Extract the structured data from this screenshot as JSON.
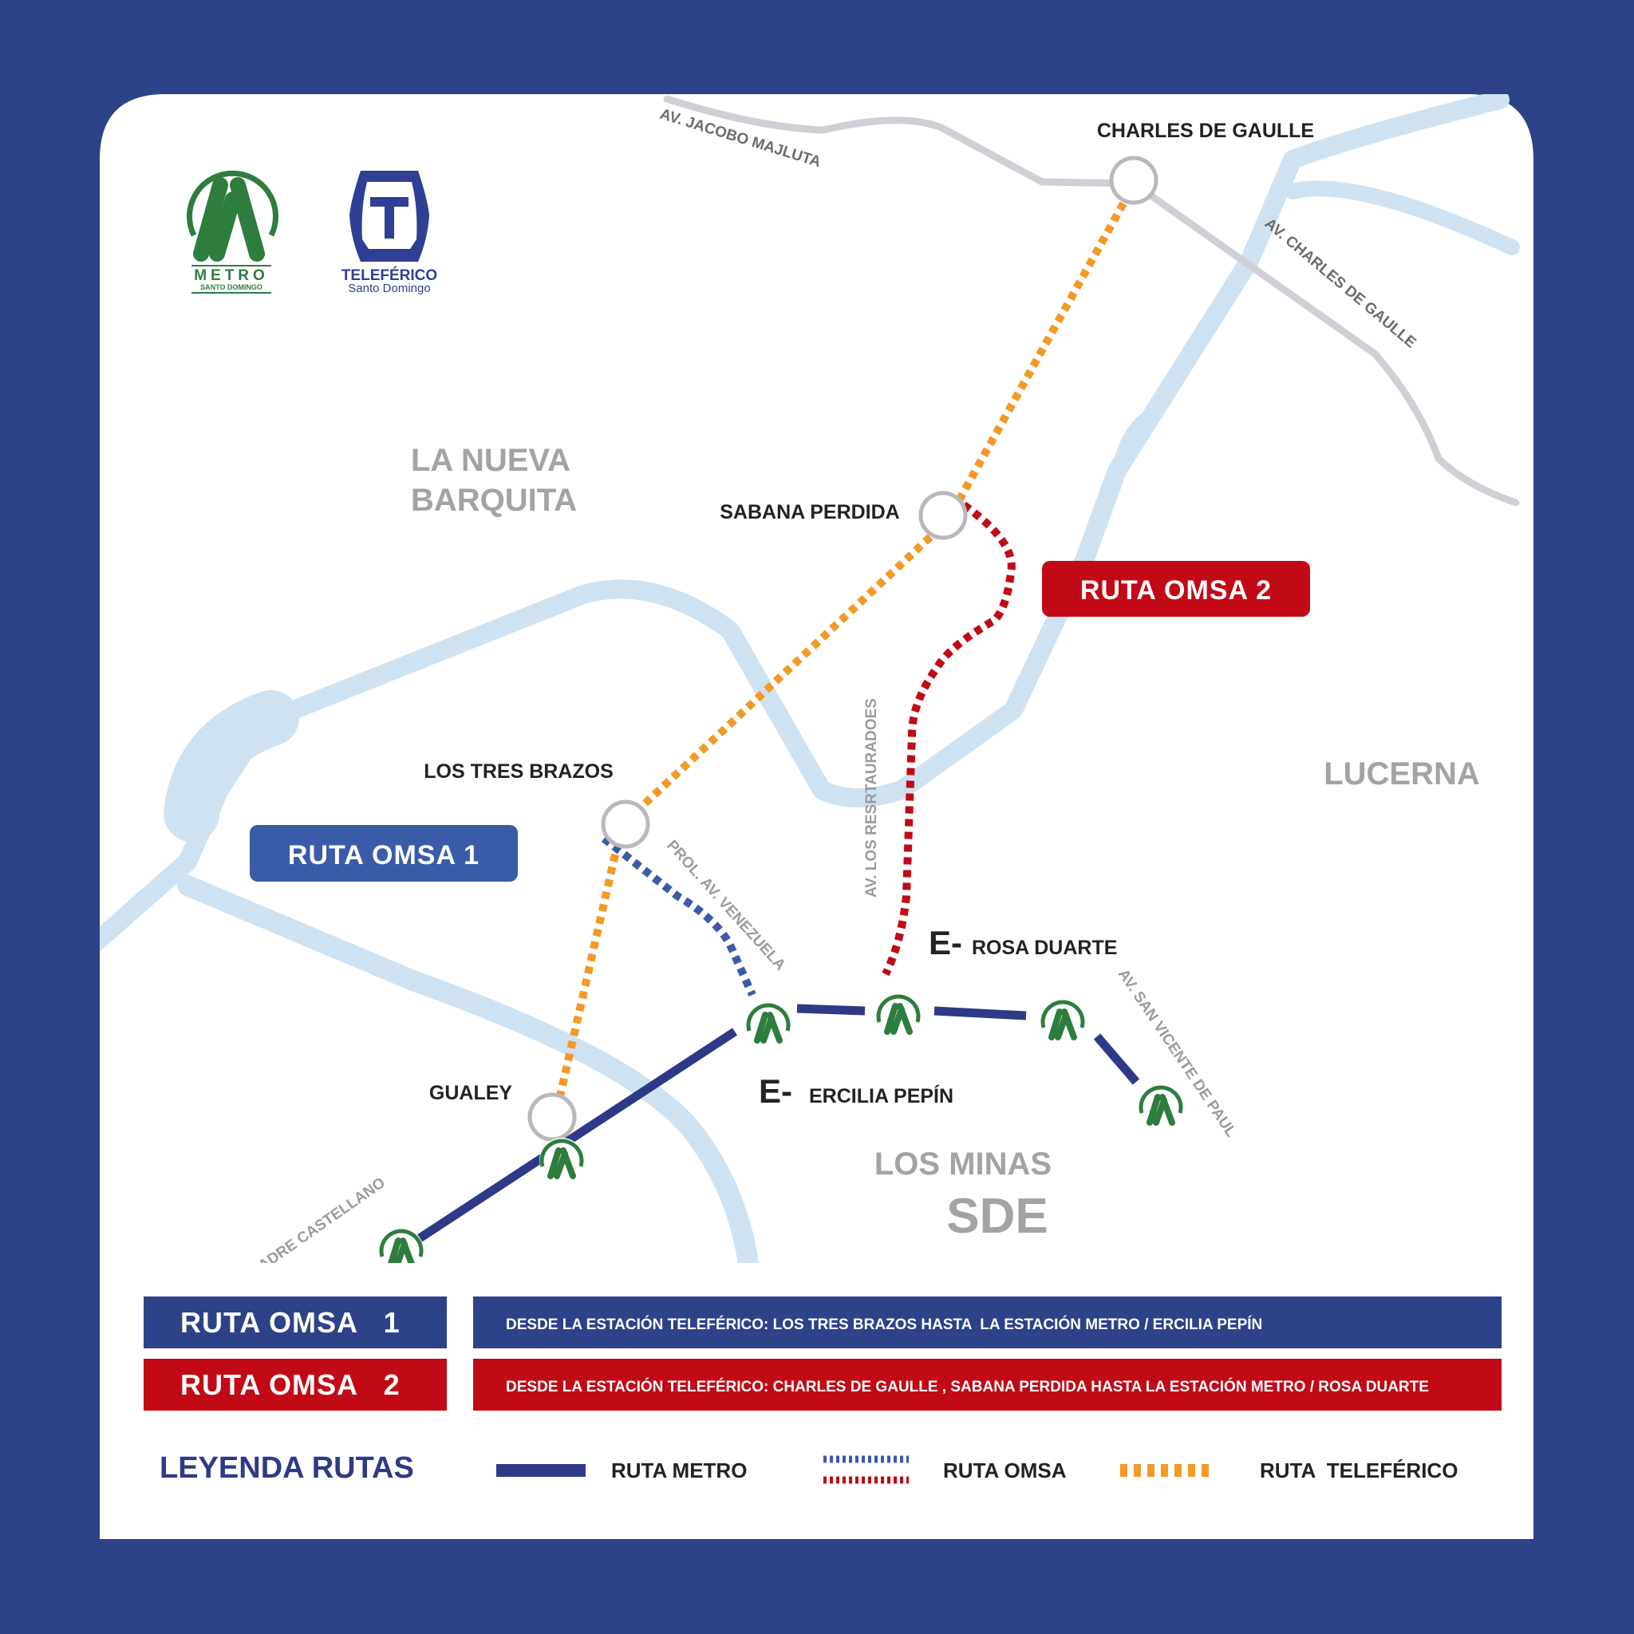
{
  "logos": {
    "metro": {
      "word": "METRO",
      "sub": "SANTO DOMINGO"
    },
    "teleferico": {
      "word": "TELEFÉRICO",
      "sub": "Santo Domingo"
    }
  },
  "map": {
    "places": {
      "la_nueva_1": "LA NUEVA",
      "la_nueva_2": "BARQUITA",
      "lucerna": "LUCERNA",
      "los_minas": "LOS MINAS",
      "sde": "SDE"
    },
    "streets": {
      "jacobo": "AV. JACOBO MAJLUTA",
      "charles": "AV. CHARLES DE GAULLE",
      "restauradores": "AV. LOS RESRTAURADOES",
      "venezuela": "PROL. AV. VENEZUELA",
      "san_vicente": "AV. SAN VICENTE DE PAUL",
      "castellano": "PADRE CASTELLANO"
    },
    "stations": {
      "charles": "CHARLES DE GAULLE",
      "sabana": "SABANA PERDIDA",
      "tres_brazos": "LOS TRES BRAZOS",
      "gualey": "GUALEY",
      "rosa_prefix": "E-",
      "rosa": "ROSA DUARTE",
      "ercilia_prefix": "E-",
      "ercilia": "ERCILIA PEPÍN"
    },
    "badges": {
      "omsa1": "RUTA OMSA 1",
      "omsa2": "RUTA OMSA 2"
    }
  },
  "routes": [
    {
      "title": "RUTA OMSA   1",
      "desc": "DESDE LA ESTACIÓN TELEFÉRICO: LOS TRES BRAZOS HASTA  LA ESTACIÓN METRO / ERCILIA PEPÍN",
      "color": "#2e4289"
    },
    {
      "title": "RUTA OMSA   2",
      "desc": "DESDE LA ESTACIÓN TELEFÉRICO: CHARLES DE GAULLE , SABANA PERDIDA HASTA LA ESTACIÓN METRO / ROSA DUARTE",
      "color": "#c10a16"
    }
  ],
  "legend": {
    "title": "LEYENDA RUTAS",
    "metro": "RUTA METRO",
    "omsa": "RUTA OMSA",
    "teleferico": "RUTA  TELEFÉRICO"
  },
  "colors": {
    "metro": "#2e3a87",
    "omsa1": "#3a5ba8",
    "omsa2": "#c10a16",
    "teleferico": "#f39a26",
    "river": "#cfe2f1",
    "road": "#cfcfd6",
    "green": "#2e7d3e"
  }
}
